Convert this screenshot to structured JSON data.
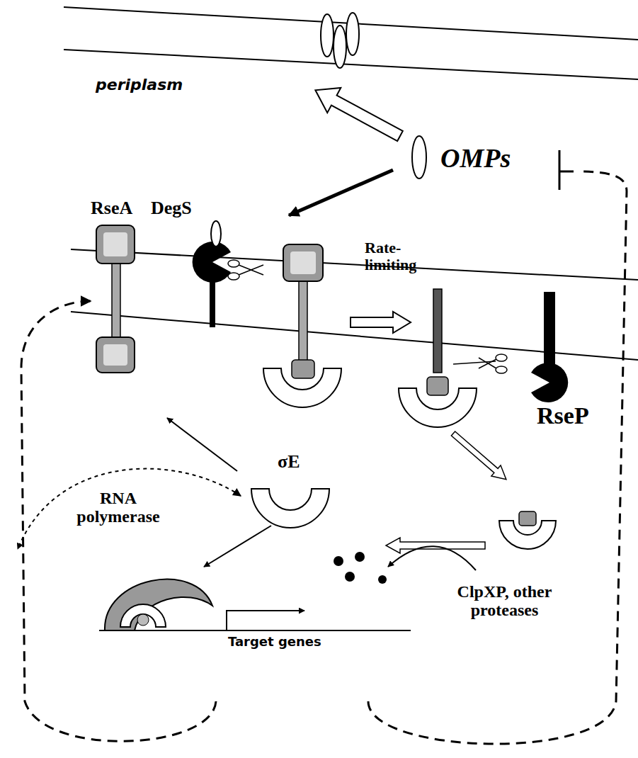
{
  "diagram": {
    "labels": [
      "periplasm",
      "OMPs",
      "RseA",
      "DegS",
      "Rate-limiting",
      "RseP",
      "σE",
      "RNA polymerase",
      "ClpXP, other proteases",
      "Target genes"
    ]
  }
}
